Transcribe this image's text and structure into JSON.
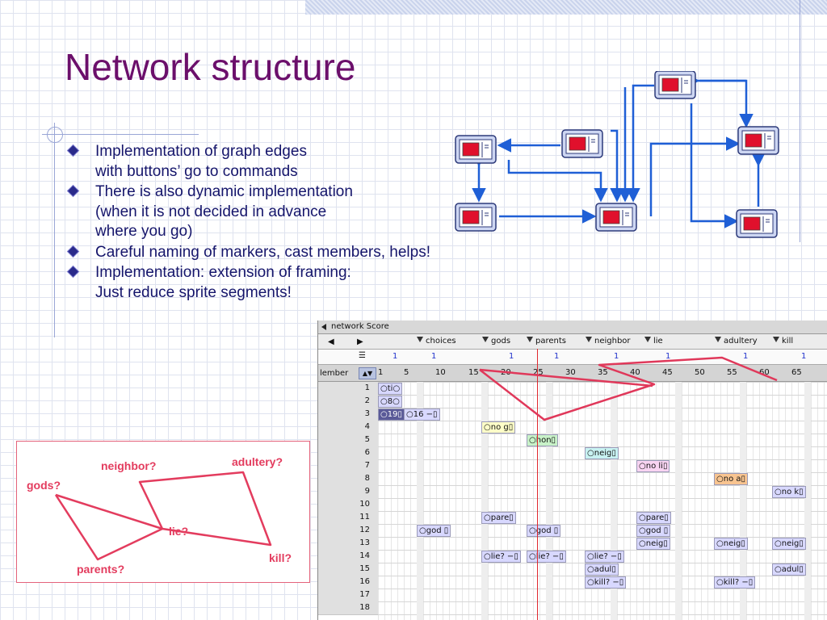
{
  "slide": {
    "title": "Network structure",
    "bullets": [
      {
        "lines": [
          "Implementation of graph edges",
          "with buttons’ go to commands"
        ]
      },
      {
        "lines": [
          "There is also dynamic implementation",
          "(when it is not decided in advance",
          "where you go)"
        ]
      },
      {
        "lines": [
          "Careful naming of  markers, cast members, helps!"
        ]
      },
      {
        "lines": [
          "Implementation: extension of framing:",
          "Just reduce sprite segments!"
        ]
      }
    ]
  },
  "score_window": {
    "title": "network Score",
    "markers": [
      "choices",
      "gods",
      "parents",
      "neighbor",
      "lie",
      "adultery",
      "kill"
    ],
    "marker_row_values": [
      "1",
      "1",
      "1",
      "1",
      "1",
      "1",
      "1",
      "1"
    ],
    "member_label": "lember",
    "frame_ruler": [
      "1",
      "5",
      "10",
      "15",
      "20",
      "25",
      "30",
      "35",
      "40",
      "45",
      "50",
      "55",
      "60",
      "65"
    ],
    "channels": [
      "1",
      "2",
      "3",
      "4",
      "5",
      "6",
      "7",
      "8",
      "9",
      "10",
      "11",
      "12",
      "13",
      "14",
      "15",
      "16",
      "17",
      "18"
    ],
    "sprites": [
      {
        "text": "ti"
      },
      {
        "text": "8"
      },
      {
        "text": "19"
      },
      {
        "text": "16 −"
      },
      {
        "text": "no g"
      },
      {
        "text": "hon"
      },
      {
        "text": "neig"
      },
      {
        "text": "no li"
      },
      {
        "text": "no a"
      },
      {
        "text": "no k"
      },
      {
        "text": "pare"
      },
      {
        "text": "pare"
      },
      {
        "text": "god"
      },
      {
        "text": "god"
      },
      {
        "text": "god"
      },
      {
        "text": "neig"
      },
      {
        "text": "neig"
      },
      {
        "text": "neig"
      },
      {
        "text": "lie? −"
      },
      {
        "text": "lie? −"
      },
      {
        "text": "lie? −"
      },
      {
        "text": "adul"
      },
      {
        "text": "adul"
      },
      {
        "text": "kill? −"
      },
      {
        "text": "kill? −"
      }
    ]
  },
  "inset_diagram": {
    "labels": [
      "gods?",
      "neighbor?",
      "adultery?",
      "lie?",
      "parents?",
      "kill?"
    ],
    "line_color": "#e33c5e"
  },
  "colors": {
    "title": "#6b0f6b",
    "body_text": "#15156b",
    "connector": "#1f5fd6",
    "node_red": "#e0102c",
    "overlay_red": "#e0385a"
  }
}
